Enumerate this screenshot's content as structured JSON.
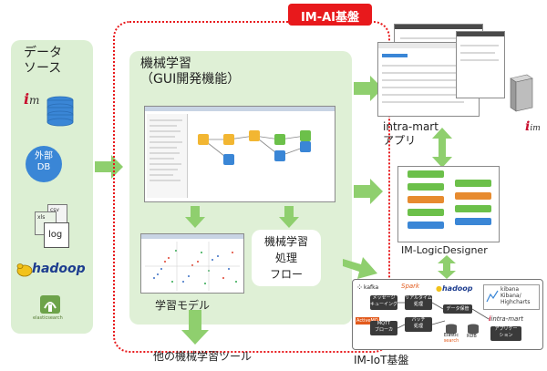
{
  "banner": {
    "label": "IM-AI基盤",
    "color": "#e8191c"
  },
  "data_sources": {
    "title_line1": "データ",
    "title_line2": "ソース",
    "im_logo": "im",
    "external_db_line1": "外部",
    "external_db_line2": "DB",
    "log_file_label": "log",
    "xls_label": "xls",
    "csv_label": "csv",
    "hadoop_label": "hadoop",
    "elasticsearch_label": "elasticsearch"
  },
  "ml_panel": {
    "title_line1": "機械学習",
    "title_line2": "（GUI開発機能）",
    "flow_box_line1": "機械学習",
    "flow_box_line2": "処理",
    "flow_box_line3": "フロー",
    "model_label": "学習モデル"
  },
  "other_tools_label": "他の機械学習ツール",
  "intramart_app": {
    "label_line1": "intra-mart",
    "label_line2": "アプリ",
    "logo": "im"
  },
  "logic_designer": {
    "label": "IM-LogicDesigner"
  },
  "iot": {
    "label": "IM-IoT基盤",
    "kafka": "kafka",
    "spark": "Spark",
    "hadoop": "hadoop",
    "kibana": "kibana",
    "kibana_sub": "Kibana/",
    "highcharts": "Highcharts",
    "msg_queue_line1": "メッセージ",
    "msg_queue_line2": "キューイング",
    "realtime_line1": "リアルタイム",
    "realtime_line2": "処理",
    "data_store": "データ保管",
    "mqtt_line1": "MQTT",
    "mqtt_line2": "ブローカ",
    "batch_line1": "バッチ",
    "batch_line2": "処理",
    "elastic_line1": "Elastic",
    "elastic_line2": "search",
    "rdb": "RDB",
    "intramart": "intra-mart",
    "application_line1": "アプリケー",
    "application_line2": "ション",
    "activemq": "ActiveMQ"
  },
  "colors": {
    "panel_green": "#dff0d6",
    "source_green": "#dcefd3",
    "arrow_green": "#8fcf6e",
    "db_blue": "#3a86d6",
    "brand_red": "#c8102e",
    "hadoop_yellow": "#f2c21b"
  }
}
